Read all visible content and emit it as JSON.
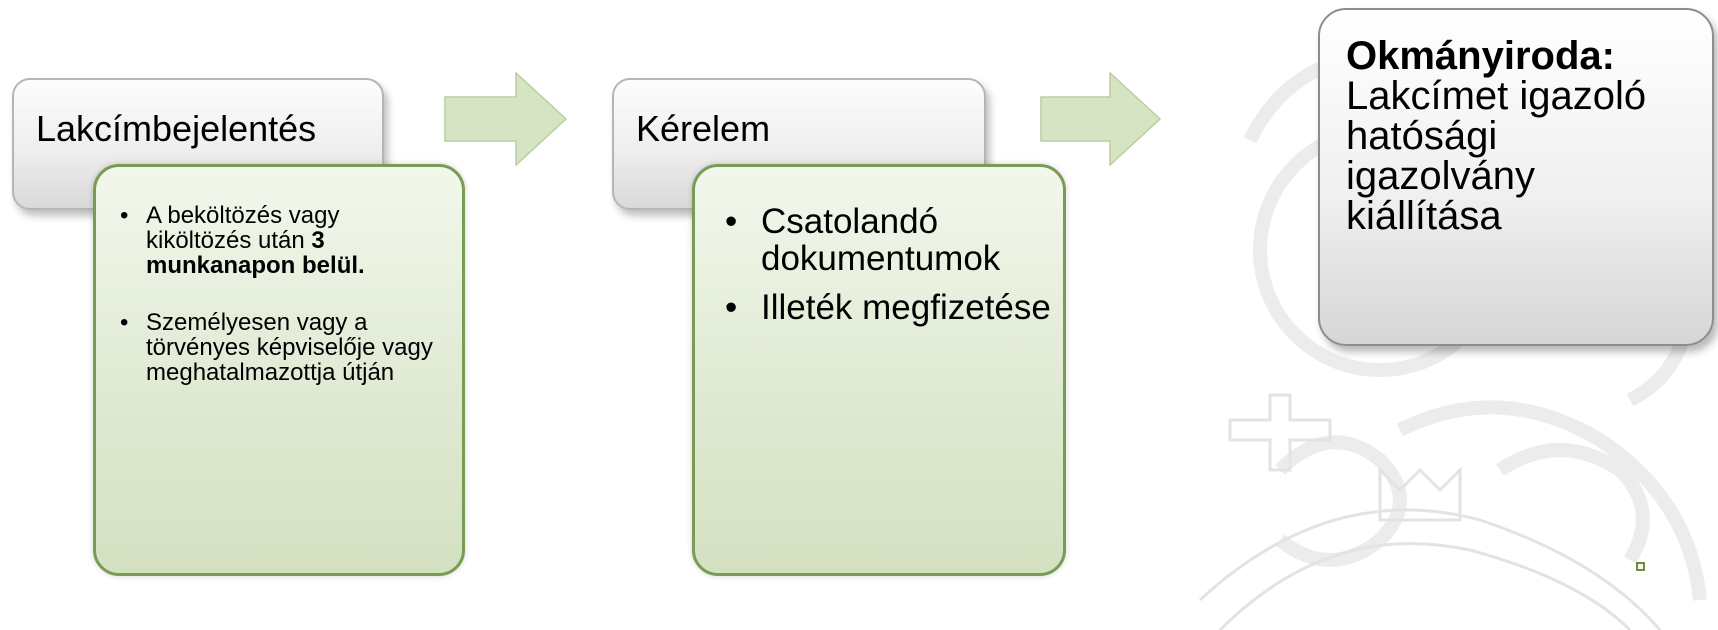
{
  "steps": [
    {
      "title": "Lakcímbejelentés",
      "bullets": [
        {
          "text": "A beköltözés vagy kiköltözés után ",
          "bold": "3 munkanapon belül."
        },
        {
          "text": "Személyesen vagy a törvényes képviselője vagy meghatalmazottja útján",
          "bold": ""
        }
      ]
    },
    {
      "title": "Kérelem",
      "bullets": [
        {
          "text": "Csatolandó dokumentumok",
          "bold": ""
        },
        {
          "text": "Illeték megfizetése",
          "bold": ""
        }
      ]
    }
  ],
  "final": {
    "bold_label": "Okmányiroda:",
    "text": "Lakcímet igazoló hatósági igazolvány kiállítása"
  },
  "colors": {
    "arrow_fill": "#d6e4c3",
    "arrow_stroke": "#b9cea0",
    "green_border": "#7a9b54"
  }
}
